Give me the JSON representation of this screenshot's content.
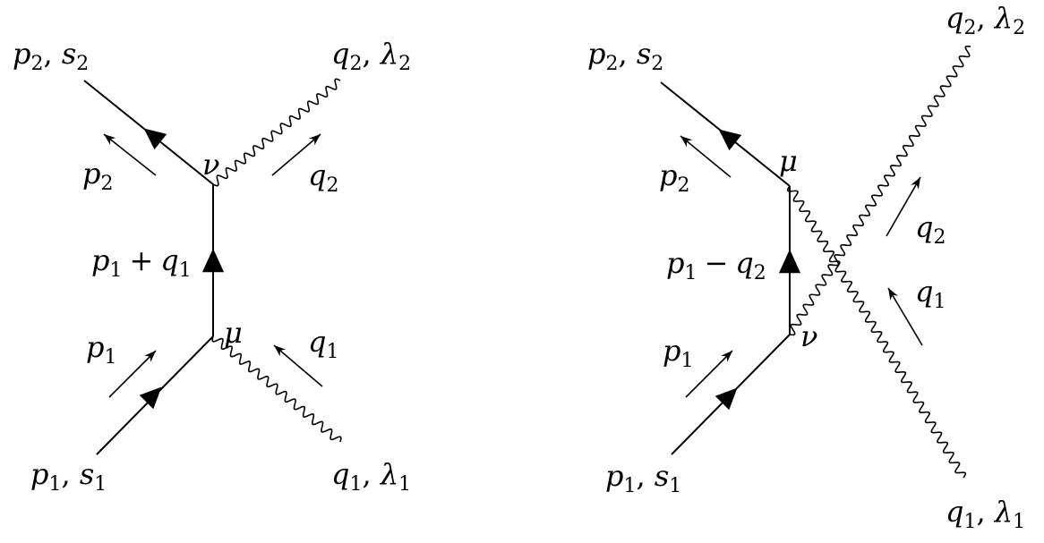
{
  "diagrams": [
    {
      "labels": {
        "outgoing_fermion": {
          "sym": "p",
          "sub": "2",
          "sym2": "s",
          "sub2": "2"
        },
        "outgoing_photon": {
          "sym": "q",
          "sub": "2",
          "sym2": "λ",
          "sub2": "2"
        },
        "incoming_fermion": {
          "sym": "p",
          "sub": "1",
          "sym2": "s",
          "sub2": "1"
        },
        "incoming_photon": {
          "sym": "q",
          "sub": "1",
          "sym2": "λ",
          "sub2": "1"
        },
        "mom_p2": {
          "sym": "p",
          "sub": "2"
        },
        "mom_q2": {
          "sym": "q",
          "sub": "2"
        },
        "mom_p1": {
          "sym": "p",
          "sub": "1"
        },
        "mom_q1": {
          "sym": "q",
          "sub": "1"
        },
        "propagator": {
          "sym": "p",
          "sub": "1",
          "op": "+",
          "sym2": "q",
          "sub2": "1"
        },
        "vertex_top": "ν",
        "vertex_bottom": "μ"
      }
    },
    {
      "labels": {
        "outgoing_fermion": {
          "sym": "p",
          "sub": "2",
          "sym2": "s",
          "sub2": "2"
        },
        "outgoing_photon": {
          "sym": "q",
          "sub": "2",
          "sym2": "λ",
          "sub2": "2"
        },
        "incoming_fermion": {
          "sym": "p",
          "sub": "1",
          "sym2": "s",
          "sub2": "1"
        },
        "incoming_photon": {
          "sym": "q",
          "sub": "1",
          "sym2": "λ",
          "sub2": "1"
        },
        "mom_p2": {
          "sym": "p",
          "sub": "2"
        },
        "mom_q2": {
          "sym": "q",
          "sub": "2"
        },
        "mom_p1": {
          "sym": "p",
          "sub": "1"
        },
        "mom_q1": {
          "sym": "q",
          "sub": "1"
        },
        "propagator": {
          "sym": "p",
          "sub": "1",
          "op": "−",
          "sym2": "q",
          "sub2": "2"
        },
        "vertex_top": "μ",
        "vertex_bottom": "ν"
      }
    }
  ]
}
